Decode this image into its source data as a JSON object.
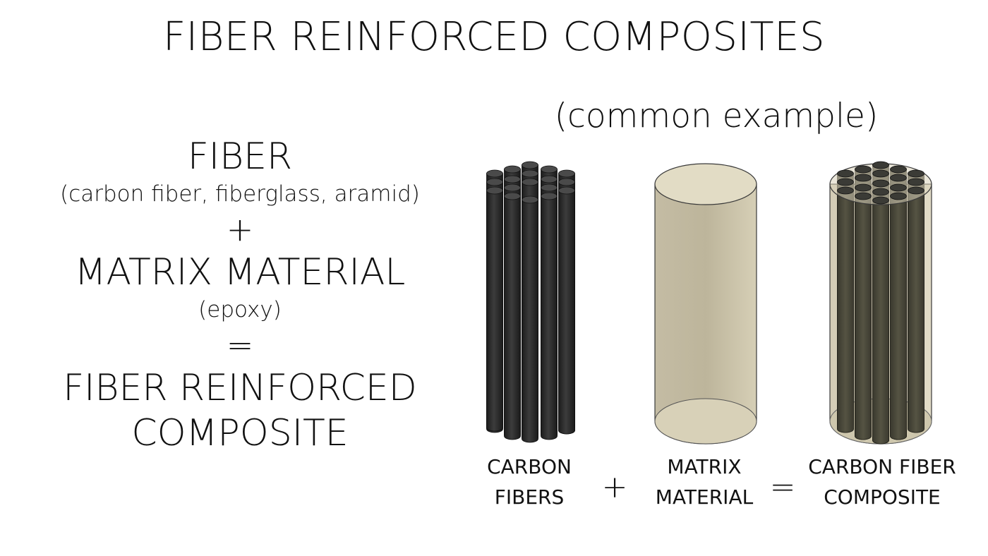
{
  "title": "FIBER REINFORCED COMPOSITES",
  "left": {
    "fiber": "FIBER",
    "fiber_examples": "(carbon fiber, fiberglass, aramid)",
    "plus": "+",
    "matrix": "MATRIX MATERIAL",
    "matrix_example": "(epoxy)",
    "equals": "=",
    "result_line1": "FIBER REINFORCED",
    "result_line2": "COMPOSITE"
  },
  "example": {
    "subtitle": "(common example)",
    "plus": "+",
    "equals": "=",
    "items": [
      {
        "line1": "CARBON",
        "line2": "FIBERS",
        "icon": "carbon-fibers-bundle"
      },
      {
        "line1": "MATRIX",
        "line2": "MATERIAL",
        "icon": "matrix-cylinder"
      },
      {
        "line1": "CARBON FIBER",
        "line2": "COMPOSITE",
        "icon": "composite-cylinder"
      }
    ]
  },
  "colors": {
    "fiber": "#2b2b2b",
    "matrix": "#cfc7ad",
    "composite_fiber": "#4a4838"
  }
}
